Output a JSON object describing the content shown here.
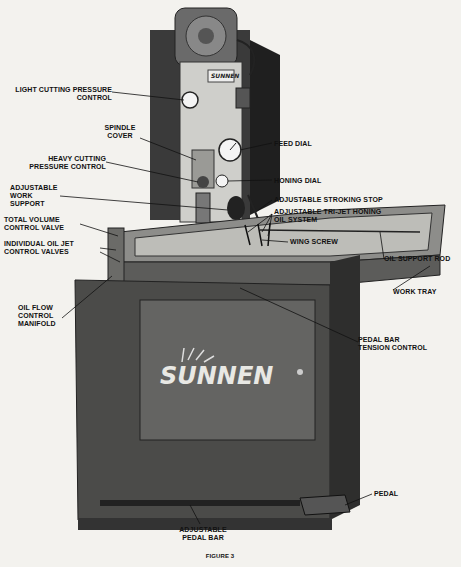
{
  "diagram": {
    "caption": "FIGURE 3",
    "labels": [
      "LIGHT CUTTING PRESSURE CONTROL",
      "SPINDLE COVER",
      "FEED DIAL",
      "HEAVY CUTTING PRESSURE CONTROL",
      "HONING DIAL",
      "ADJUSTABLE STROKING STOP",
      "ADJUSTABLE TRI-JET HONING OIL SYSTEM",
      "ADJUSTABLE WORK SUPPORT",
      "WING SCREW",
      "TOTAL VOLUME CONTROL VALVE",
      "INDIVIDUAL OIL JET CONTROL VALVES",
      "OIL SUPPORT ROD",
      "WORK TRAY",
      "OIL FLOW CONTROL MANIFOLD",
      "PEDAL BAR TENSION CONTROL",
      "PEDAL",
      "ADJUSTABLE PEDAL BAR",
      "SUNNEN",
      "SUNNEN"
    ]
  }
}
